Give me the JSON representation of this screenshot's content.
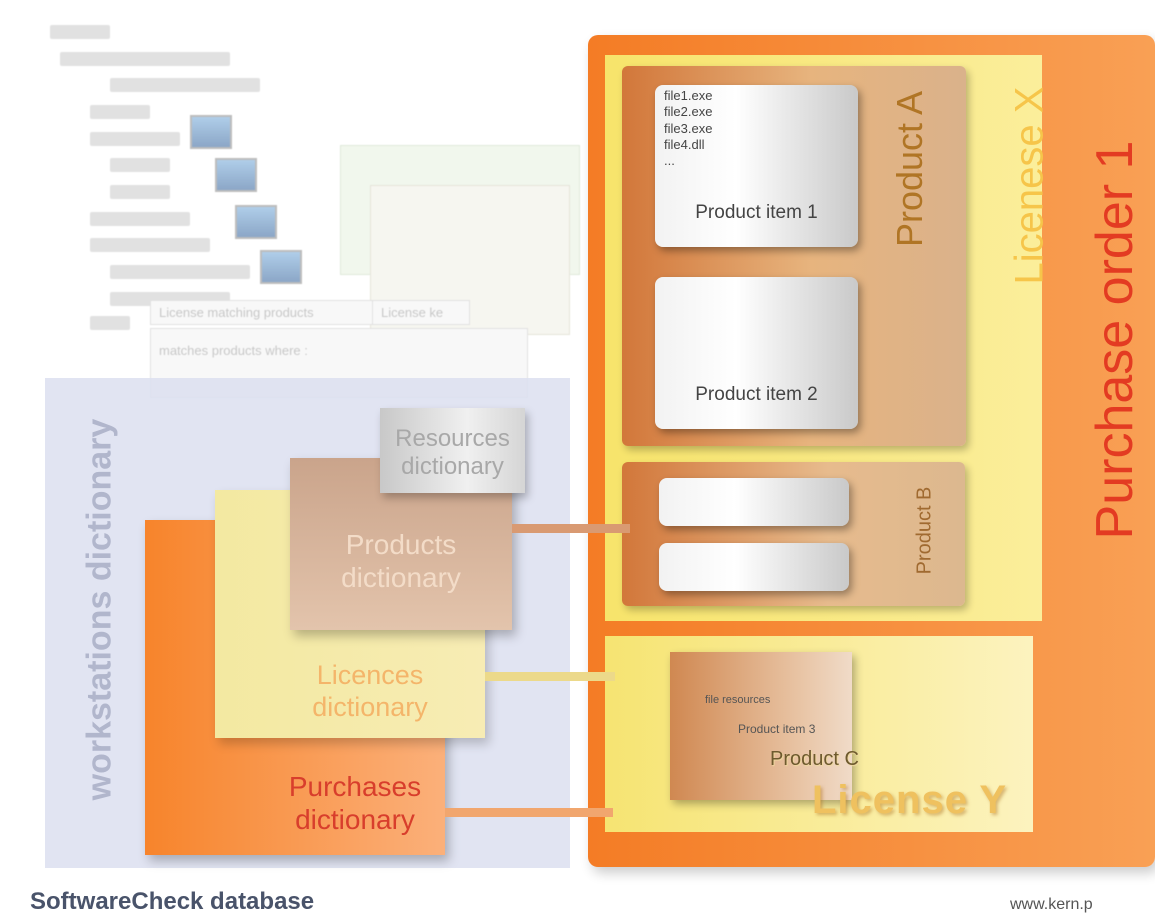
{
  "background_screenshot": {
    "dialog_tabs": [
      "License matching products",
      "License ke"
    ],
    "dialog_text": "matches products where :"
  },
  "dictionaries": {
    "workstations": "workstations dictionary",
    "resources": "Resources dictionary",
    "products": "Products dictionary",
    "licences": "Licences dictionary",
    "purchases": "Purchases dictionary"
  },
  "purchase_order": {
    "title": "Purchase order 1",
    "license_x": {
      "title": "Licenese X",
      "product_a": {
        "title": "Product A",
        "item1": {
          "files": [
            "file1.exe",
            "file2.exe",
            "file3.exe",
            "file4.dll",
            "..."
          ],
          "title": "Product item 1"
        },
        "item2": {
          "title": "Product item 2"
        }
      },
      "product_b": {
        "title": "Product B"
      }
    },
    "license_y": {
      "title": "License Y",
      "product_c": {
        "title": "Product C",
        "file_resources": "file resources",
        "item3": "Product item 3"
      }
    }
  },
  "footer": {
    "caption": "SoftwareCheck database",
    "url": "www.kern.p"
  },
  "colors": {
    "purchase_order": "#f47c25",
    "license": "#f7e46b",
    "product": "#d2773a",
    "workstations": "#dcdff0",
    "caption": "#49536a"
  }
}
